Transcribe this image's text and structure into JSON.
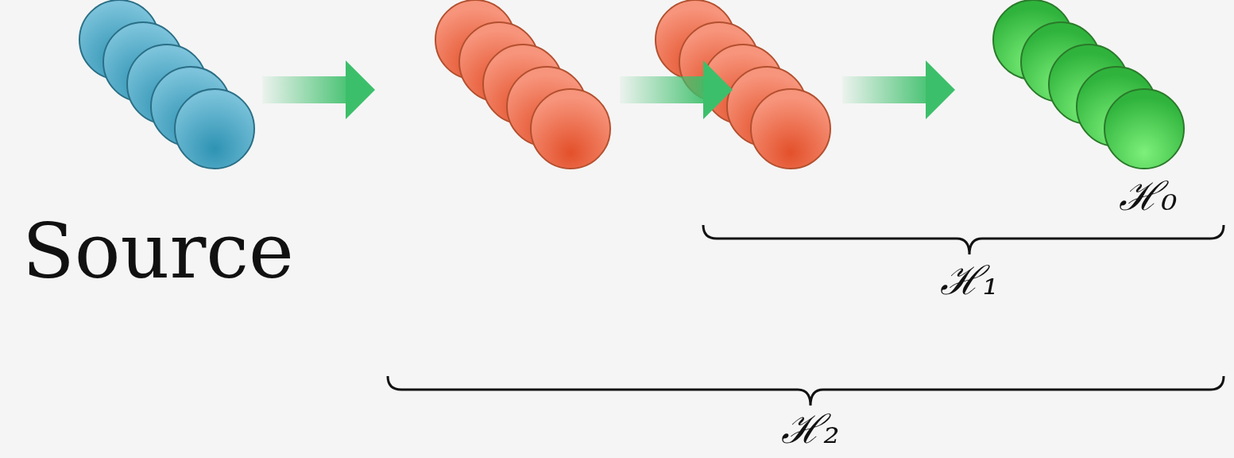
{
  "diagram": {
    "labels": [
      "Source",
      "ℋ₀",
      "ℋ₁",
      "ℋ₂"
    ]
  }
}
